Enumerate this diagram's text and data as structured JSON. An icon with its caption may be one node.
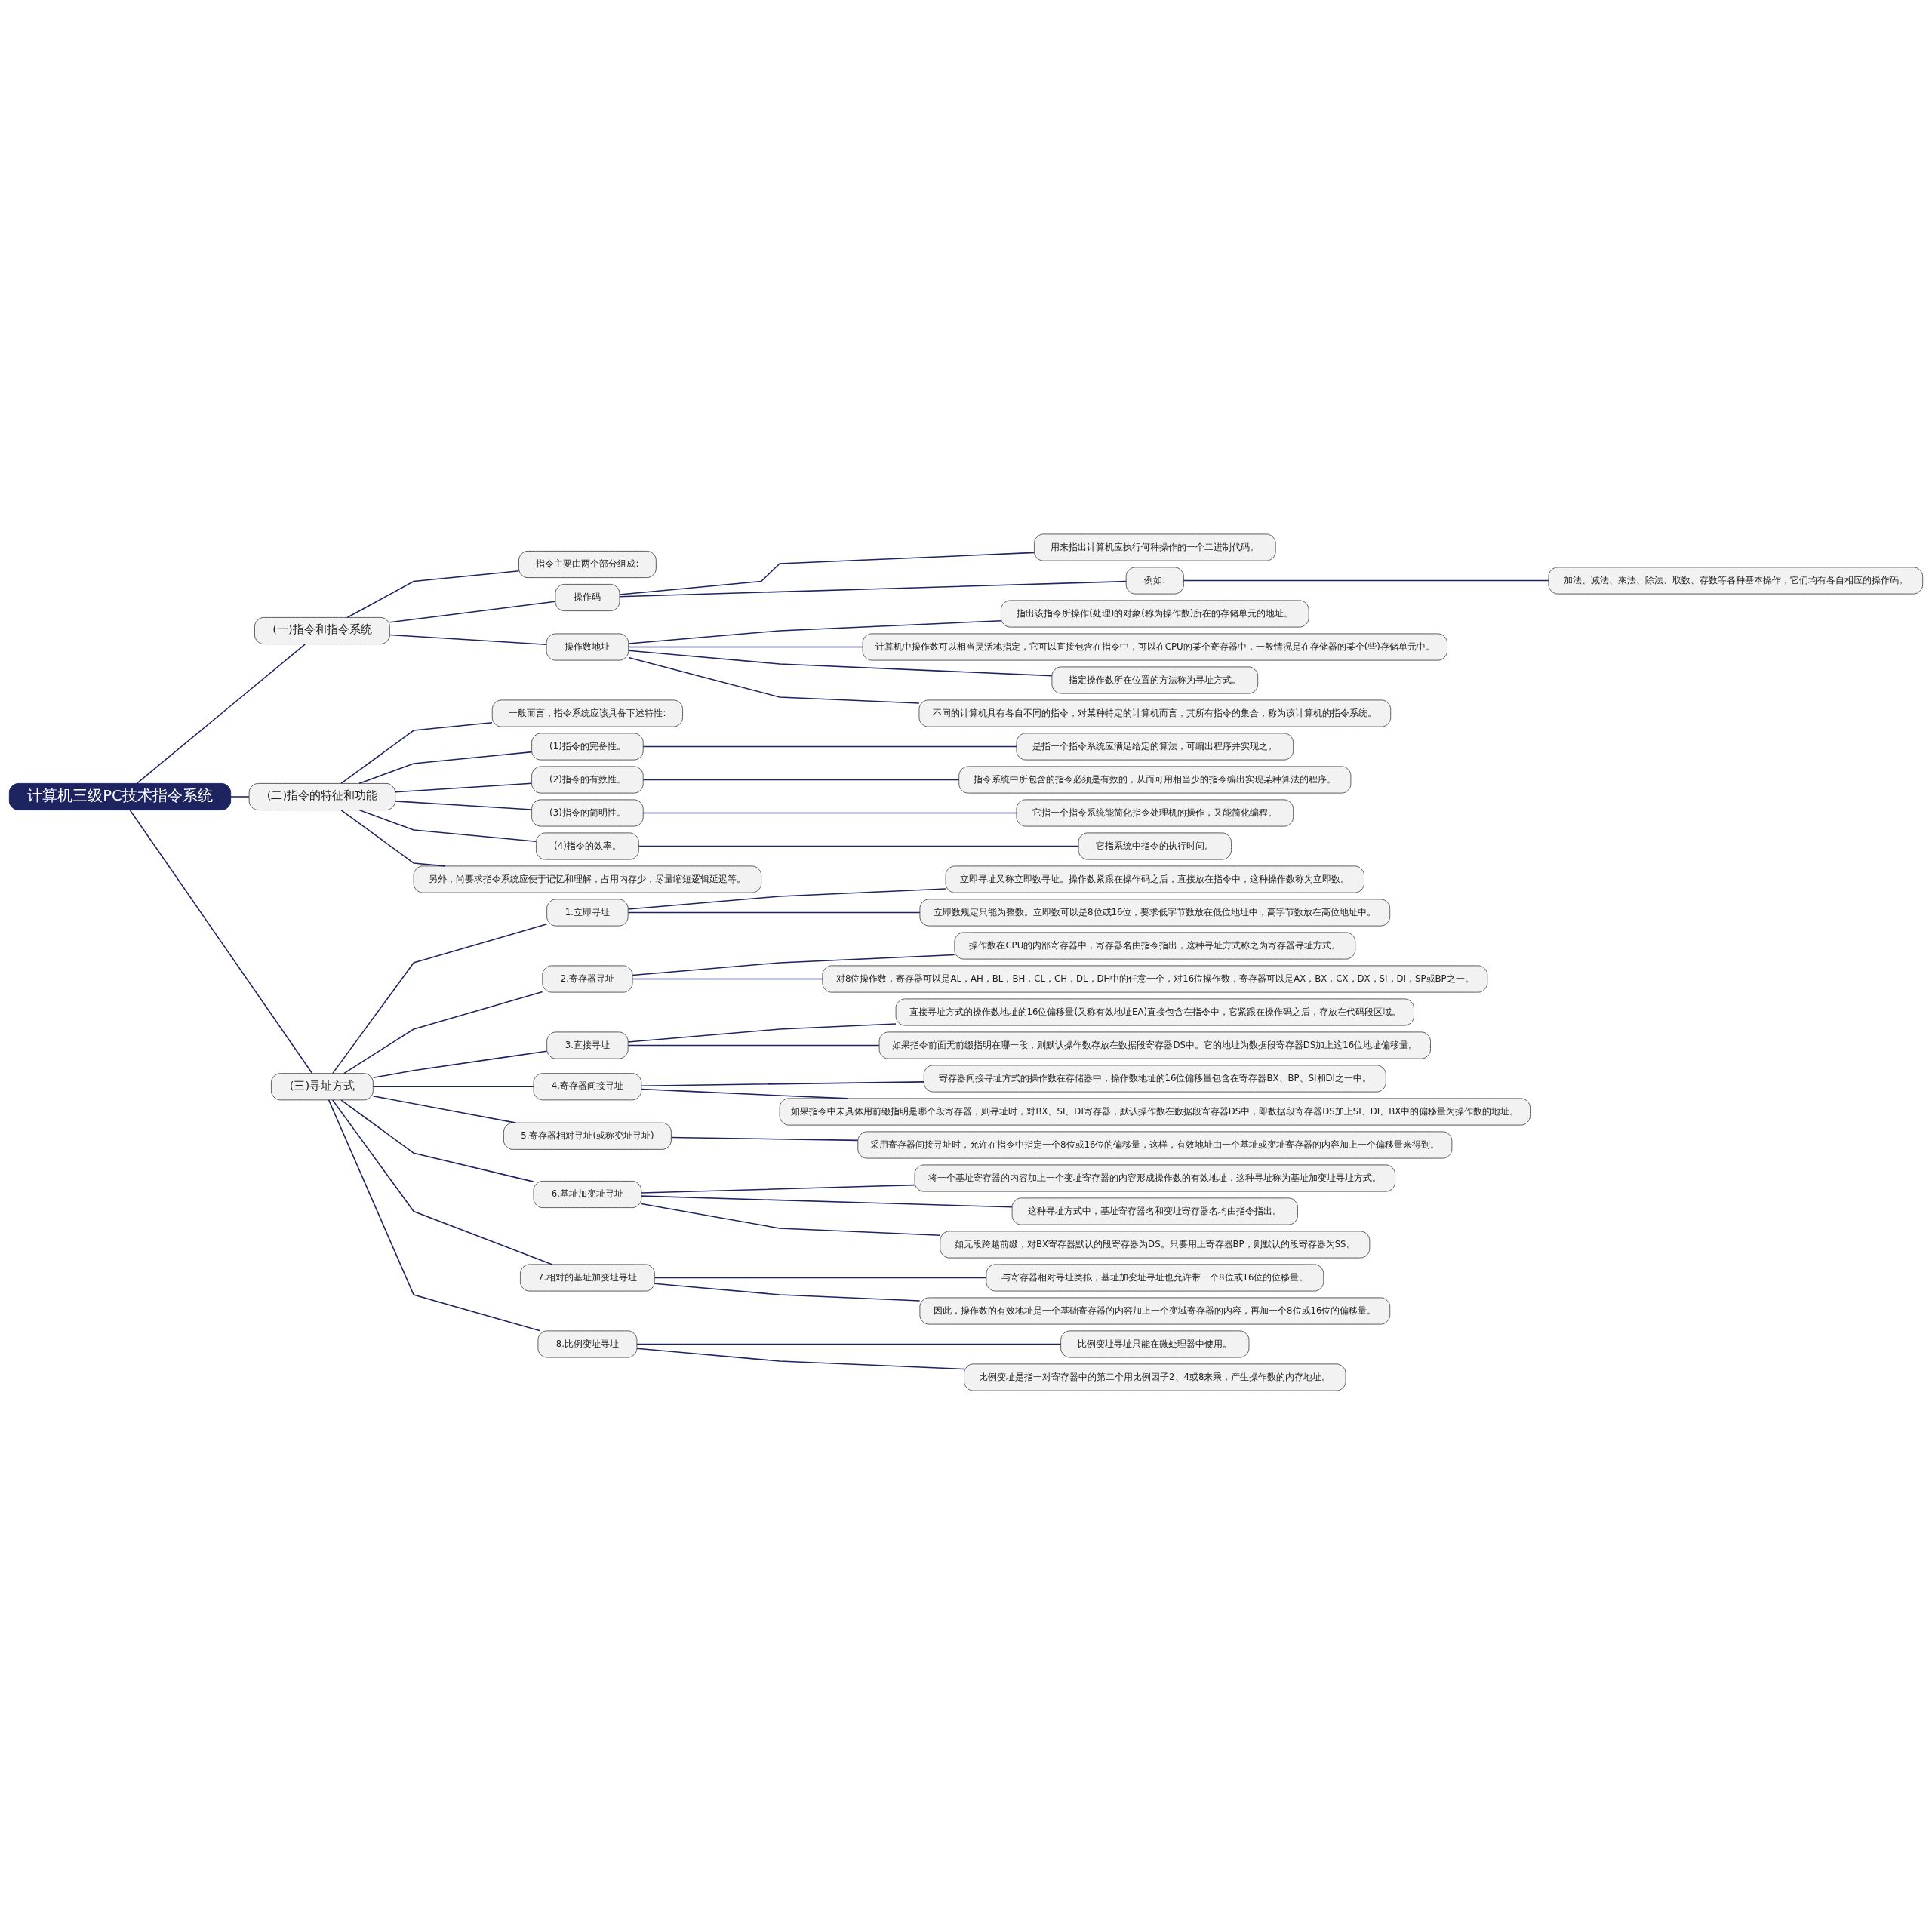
{
  "diagram": {
    "nodes": [
      {
        "text": [
          "计算机三级PC技术指令系统"
        ]
      },
      {
        "text": [
          "(一)指令和指令系统"
        ]
      },
      {
        "text": [
          "指令主要由两个部分组成:"
        ]
      },
      {
        "text": [
          "操作码"
        ]
      },
      {
        "text": [
          "用来指出计算机应执行何种操作的一个二进制代码。"
        ]
      },
      {
        "text": [
          "例如:"
        ]
      },
      {
        "text": [
          "加法、减法、乘法、除法、取数、存数等各种基本操作，它们均有各自相应的操作码。"
        ]
      },
      {
        "text": [
          "操作数地址"
        ]
      },
      {
        "text": [
          "指出该指令所操作(处理)的对象(称为操作数)所在的存储单元的地址。"
        ]
      },
      {
        "text": [
          "计算机中操作数可以相当灵活地指定，它可以直接包含在指令中，可以在CPU的某个寄存器中，一般情况是在存储器的某个(些)存储单元中。"
        ]
      },
      {
        "text": [
          "指定操作数所在位置的方法称为寻址方式。"
        ]
      },
      {
        "text": [
          "不同的计算机具有各自不同的指令，对某种特定的计算机而言，其所有指令的集合，称为该计算机的指令系统。"
        ]
      },
      {
        "text": [
          "(二)指令的特征和功能"
        ]
      },
      {
        "text": [
          "一般而言，指令系统应该具备下述特性:"
        ]
      },
      {
        "text": [
          "(1)指令的完备性。"
        ]
      },
      {
        "text": [
          "是指一个指令系统应满足给定的算法，可编出程序并实现之。"
        ]
      },
      {
        "text": [
          "(2)指令的有效性。"
        ]
      },
      {
        "text": [
          "指令系统中所包含的指令必须是有效的，从而可用相当少的指令编出实现某种算法的程序。"
        ]
      },
      {
        "text": [
          "(3)指令的简明性。"
        ]
      },
      {
        "text": [
          "它指一个指令系统能简化指令处理机的操作，又能简化编程。"
        ]
      },
      {
        "text": [
          "(4)指令的效率。"
        ]
      },
      {
        "text": [
          "它指系统中指令的执行时间。"
        ]
      },
      {
        "text": [
          "另外，尚要求指令系统应便于记忆和理解，占用内存少，尽量缩短逻辑延迟等。"
        ]
      },
      {
        "text": [
          "(三)寻址方式"
        ]
      },
      {
        "text": [
          "1.立即寻址"
        ]
      },
      {
        "text": [
          "立即寻址又称立即数寻址。操作数紧跟在操作码之后，直接放在指令中，这种操作数称为立即数。"
        ]
      },
      {
        "text": [
          "立即数规定只能为整数。立即数可以是8位或16位，要求低字节数放在低位地址中，高字节数放在高位地址中。"
        ]
      },
      {
        "text": [
          "2.寄存器寻址"
        ]
      },
      {
        "text": [
          "操作数在CPU的内部寄存器中，寄存器名由指令指出，这种寻址方式称之为寄存器寻址方式。"
        ]
      },
      {
        "text": [
          "对8位操作数，寄存器可以是AL，AH，BL，BH，CL，CH，DL，DH中的任意一个，对16位操作数，寄存器可以是AX，BX，CX，DX，SI，DI，SP或BP之一。"
        ]
      },
      {
        "text": [
          "3.直接寻址"
        ]
      },
      {
        "text": [
          "直接寻址方式的操作数地址的16位偏移量(又称有效地址EA)直接包含在指令中，它紧跟在操作码之后，存放在代码段区域。"
        ]
      },
      {
        "text": [
          "如果指令前面无前缀指明在哪一段，则默认操作数存放在数据段寄存器DS中。它的地址为数据段寄存器DS加上这16位地址偏移量。"
        ]
      },
      {
        "text": [
          "4.寄存器间接寻址"
        ]
      },
      {
        "text": [
          "寄存器间接寻址方式的操作数在存储器中，操作数地址的16位偏移量包含在寄存器BX、BP、SI和DI之一中。"
        ]
      },
      {
        "text": [
          "如果指令中未具体用前缀指明是哪个段寄存器，则寻址时，对BX、SI、DI寄存器，默认操作数在数据段寄存器DS中，即数据段寄存器DS加上SI、DI、BX中的偏移量为操作数的地址。"
        ]
      },
      {
        "text": [
          "5.寄存器相对寻址(或称变址寻址)"
        ]
      },
      {
        "text": [
          "采用寄存器间接寻址时，允许在指令中指定一个8位或16位的偏移量，这样，有效地址由一个基址或变址寄存器的内容加上一个偏移量来得到。"
        ]
      },
      {
        "text": [
          "6.基址加变址寻址"
        ]
      },
      {
        "text": [
          "将一个基址寄存器的内容加上一个变址寄存器的内容形成操作数的有效地址，这种寻址称为基址加变址寻址方式。"
        ]
      },
      {
        "text": [
          "这种寻址方式中，基址寄存器名和变址寄存器名均由指令指出。"
        ]
      },
      {
        "text": [
          "如无段跨越前缀，对BX寄存器默认的段寄存器为DS。只要用上寄存器BP，则默认的段寄存器为SS。"
        ]
      },
      {
        "text": [
          "7.相对的基址加变址寻址"
        ]
      },
      {
        "text": [
          "与寄存器相对寻址类拟，基址加变址寻址也允许带一个8位或16位的位移量。"
        ]
      },
      {
        "text": [
          "因此，操作数的有效地址是一个基础寄存器的内容加上一个变域寄存器的内容，再加一个8位或16位的偏移量。"
        ]
      },
      {
        "text": [
          "8.比例变址寻址"
        ]
      },
      {
        "text": [
          "比例变址寻址只能在微处理器中使用。"
        ]
      },
      {
        "text": [
          "比例变址是指一对寄存器中的第二个用比例因子2、4或8来乘，产生操作数的内存地址。"
        ]
      }
    ],
    "edges": [
      {
        "from": 0,
        "to": 1,
        "arrow": "none"
      },
      {
        "from": 1,
        "to": 2,
        "arrow": "none"
      },
      {
        "from": 1,
        "to": 3,
        "arrow": "none"
      },
      {
        "from": 3,
        "to": 4,
        "arrow": "none"
      },
      {
        "from": 3,
        "to": 5,
        "arrow": "none"
      },
      {
        "from": 5,
        "to": 6,
        "arrow": "none"
      },
      {
        "from": 1,
        "to": 7,
        "arrow": "none"
      },
      {
        "from": 7,
        "to": 8,
        "arrow": "none"
      },
      {
        "from": 7,
        "to": 9,
        "arrow": "none"
      },
      {
        "from": 7,
        "to": 10,
        "arrow": "none"
      },
      {
        "from": 7,
        "to": 11,
        "arrow": "none"
      },
      {
        "from": 0,
        "to": 12,
        "arrow": "none"
      },
      {
        "from": 12,
        "to": 13,
        "arrow": "none"
      },
      {
        "from": 12,
        "to": 14,
        "arrow": "none"
      },
      {
        "from": 14,
        "to": 15,
        "arrow": "none"
      },
      {
        "from": 12,
        "to": 16,
        "arrow": "none"
      },
      {
        "from": 16,
        "to": 17,
        "arrow": "none"
      },
      {
        "from": 12,
        "to": 18,
        "arrow": "none"
      },
      {
        "from": 18,
        "to": 19,
        "arrow": "none"
      },
      {
        "from": 12,
        "to": 20,
        "arrow": "none"
      },
      {
        "from": 20,
        "to": 21,
        "arrow": "none"
      },
      {
        "from": 12,
        "to": 22,
        "arrow": "none"
      },
      {
        "from": 0,
        "to": 23,
        "arrow": "none"
      },
      {
        "from": 23,
        "to": 24,
        "arrow": "none"
      },
      {
        "from": 24,
        "to": 25,
        "arrow": "none"
      },
      {
        "from": 24,
        "to": 26,
        "arrow": "none"
      },
      {
        "from": 23,
        "to": 27,
        "arrow": "none"
      },
      {
        "from": 27,
        "to": 28,
        "arrow": "none"
      },
      {
        "from": 27,
        "to": 29,
        "arrow": "none"
      },
      {
        "from": 23,
        "to": 30,
        "arrow": "none"
      },
      {
        "from": 30,
        "to": 31,
        "arrow": "none"
      },
      {
        "from": 30,
        "to": 32,
        "arrow": "none"
      },
      {
        "from": 23,
        "to": 33,
        "arrow": "none"
      },
      {
        "from": 33,
        "to": 34,
        "arrow": "none"
      },
      {
        "from": 33,
        "to": 35,
        "arrow": "none"
      },
      {
        "from": 23,
        "to": 36,
        "arrow": "none"
      },
      {
        "from": 36,
        "to": 37,
        "arrow": "none"
      },
      {
        "from": 23,
        "to": 38,
        "arrow": "none"
      },
      {
        "from": 38,
        "to": 39,
        "arrow": "none"
      },
      {
        "from": 38,
        "to": 40,
        "arrow": "none"
      },
      {
        "from": 38,
        "to": 41,
        "arrow": "none"
      },
      {
        "from": 23,
        "to": 42,
        "arrow": "none"
      },
      {
        "from": 42,
        "to": 43,
        "arrow": "none"
      },
      {
        "from": 42,
        "to": 44,
        "arrow": "none"
      },
      {
        "from": 23,
        "to": 45,
        "arrow": "none"
      },
      {
        "from": 45,
        "to": 46,
        "arrow": "none"
      },
      {
        "from": 45,
        "to": 47,
        "arrow": "none"
      }
    ]
  }
}
